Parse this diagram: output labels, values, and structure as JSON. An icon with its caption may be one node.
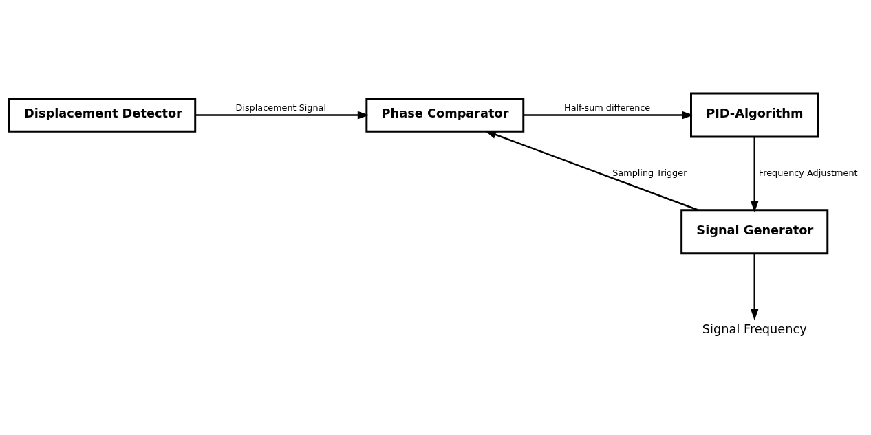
{
  "diagram": {
    "nodes": [
      {
        "text": [
          "Displacement Detector"
        ]
      },
      {
        "text": [
          "Phase Comparator"
        ]
      },
      {
        "text": [
          "PID-Algorithm"
        ]
      },
      {
        "text": [
          "Signal Generator"
        ]
      },
      {
        "text": [
          "Signal Frequency"
        ]
      }
    ],
    "edges": [
      {
        "from": 0,
        "to": 1,
        "arrow": "to",
        "label": "Displacement Signal"
      },
      {
        "from": 1,
        "to": 2,
        "arrow": "to",
        "label": "Half-sum difference"
      },
      {
        "from": 2,
        "to": 3,
        "arrow": "to",
        "label": "Frequency Adjustment"
      },
      {
        "from": 3,
        "to": 1,
        "arrow": "to",
        "label": "Sampling Trigger"
      },
      {
        "from": 3,
        "to": 4,
        "arrow": "to"
      }
    ]
  }
}
